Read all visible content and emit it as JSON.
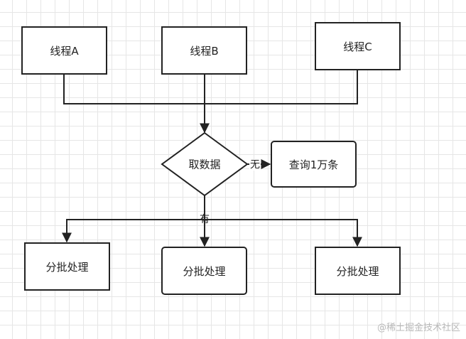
{
  "nodes": {
    "thread_a": "线程A",
    "thread_b": "线程B",
    "thread_c": "线程C",
    "fetch_data": "取数据",
    "query_10k": "查询1万条",
    "batch_1": "分批处理",
    "batch_2": "分批处理",
    "batch_3": "分批处理"
  },
  "edges": {
    "no_label": "无",
    "yes_label": "有"
  },
  "watermark": "@稀土掘金技术社区",
  "colors": {
    "stroke": "#222222",
    "grid": "#e6e6e6",
    "watermark": "#b9b9b9"
  }
}
